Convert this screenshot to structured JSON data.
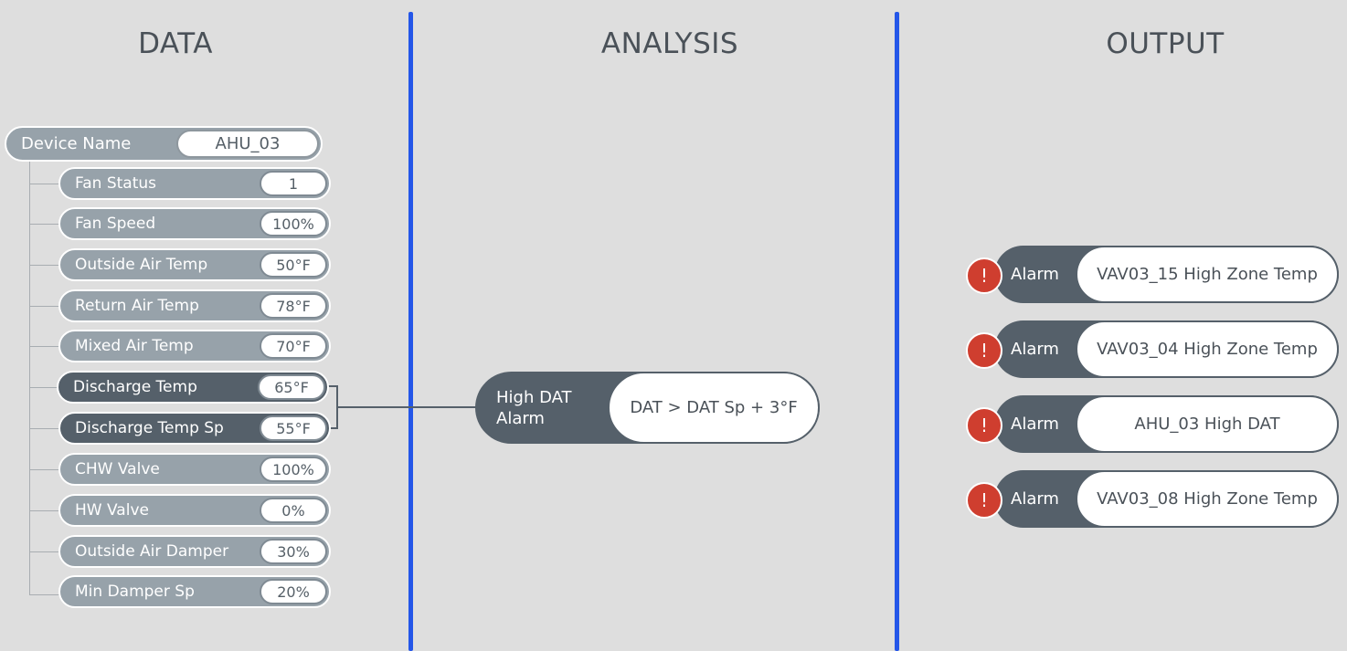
{
  "columns": {
    "data": "DATA",
    "analysis": "ANALYSIS",
    "output": "OUTPUT"
  },
  "device": {
    "label": "Device Name",
    "value": "AHU_03"
  },
  "points": [
    {
      "label": "Fan Status",
      "value": "1"
    },
    {
      "label": "Fan Speed",
      "value": "100%"
    },
    {
      "label": "Outside Air Temp",
      "value": "50°F"
    },
    {
      "label": "Return Air Temp",
      "value": "78°F"
    },
    {
      "label": "Mixed Air Temp",
      "value": "70°F"
    },
    {
      "label": "Discharge Temp",
      "value": "65°F"
    },
    {
      "label": "Discharge Temp Sp",
      "value": "55°F"
    },
    {
      "label": "CHW Valve",
      "value": "100%"
    },
    {
      "label": "HW Valve",
      "value": "0%"
    },
    {
      "label": "Outside Air Damper",
      "value": "30%"
    },
    {
      "label": "Min Damper Sp",
      "value": "20%"
    }
  ],
  "analysis": {
    "label": "High DAT\nAlarm",
    "rule": "DAT > DAT Sp + 3°F"
  },
  "alarms": [
    {
      "label": "Alarm",
      "message": "VAV03_15 High Zone Temp"
    },
    {
      "label": "Alarm",
      "message": "VAV03_04 High Zone Temp"
    },
    {
      "label": "Alarm",
      "message": "AHU_03 High DAT"
    },
    {
      "label": "Alarm",
      "message": "VAV03_08 High Zone Temp"
    }
  ],
  "icons": {
    "alarm": "exclamation-icon",
    "alarm_glyph": "!"
  },
  "colors": {
    "divider": "#2456e8",
    "alarm": "#cf3e2f",
    "dark": "#55606a",
    "light": "#97a2aa"
  }
}
